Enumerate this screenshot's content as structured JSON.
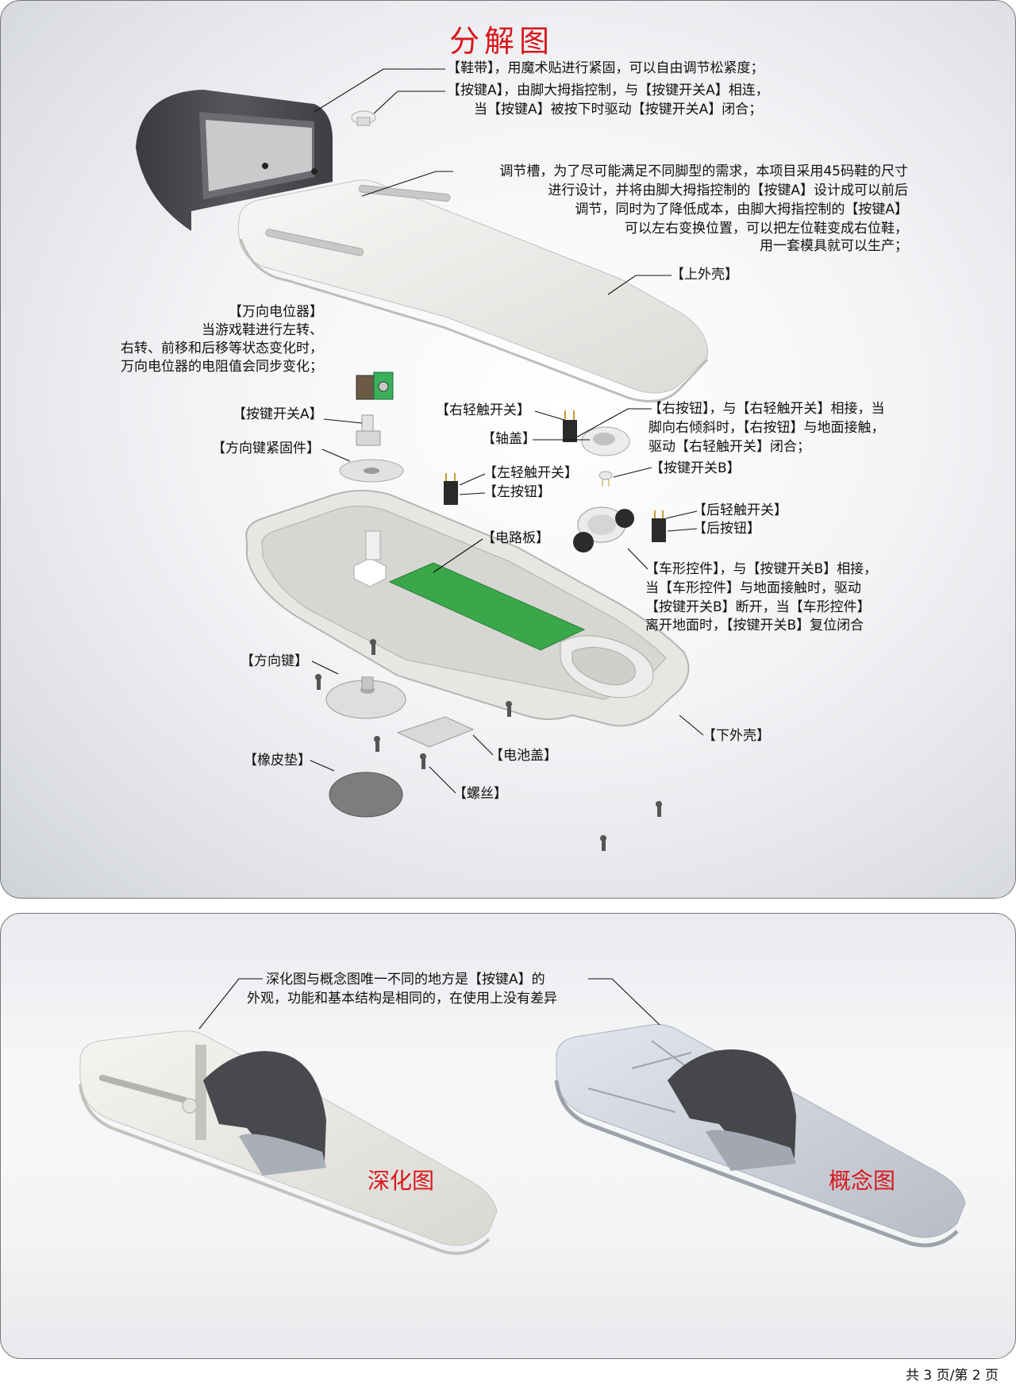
{
  "title": "分解图",
  "labels": {
    "strap": "【鞋带】，用魔术贴进行紧固，可以自由调节松紧度；",
    "key_a_1": "【按键A】，由脚大拇指控制，与【按键开关A】相连，",
    "key_a_2": "当【按键A】被按下时驱动【按键开关A】闭合；",
    "slot_1": "调节槽，为了尽可能满足不同脚型的需求，本项目采用45码鞋的尺寸",
    "slot_2": "进行设计，并将由脚大拇指控制的【按键A】设计成可以前后",
    "slot_3": "调节，同时为了降低成本，由脚大拇指控制的【按键A】",
    "slot_4": "可以左右变换位置，可以把左位鞋变成右位鞋，",
    "slot_5": "用一套模具就可以生产；",
    "upper_shell": "【上外壳】",
    "pot_1": "【万向电位器】",
    "pot_2": "当游戏鞋进行左转、",
    "pot_3": "右转、前移和后移等状态变化时，",
    "pot_4": "万向电位器的电阻值会同步变化；",
    "key_switch_a": "【按键开关A】",
    "dir_fastener": "【方向键紧固件】",
    "right_tact": "【右轻触开关】",
    "axle_cap": "【轴盖】",
    "right_btn_1": "【右按钮】，与【右轻触开关】相接，当",
    "right_btn_2": "脚向右倾斜时，【右按钮】与地面接触，",
    "right_btn_3": "驱动【右轻触开关】闭合；",
    "key_switch_b": "【按键开关B】",
    "left_tact": "【左轻触开关】",
    "left_btn": "【左按钮】",
    "rear_tact": "【后轻触开关】",
    "rear_btn": "【后按钮】",
    "pcb": "【电路板】",
    "wheel_1": "【车形控件】，与【按键开关B】相接，",
    "wheel_2": "当【车形控件】与地面接触时，驱动",
    "wheel_3": "【按键开关B】断开，当【车形控件】",
    "wheel_4": "离开地面时，【按键开关B】复位闭合",
    "dir_key": "【方向键】",
    "lower_shell": "【下外壳】",
    "battery_cover": "【电池盖】",
    "rubber_pad": "【橡皮垫】",
    "screws": "【螺丝】"
  },
  "compare": {
    "note_1": "深化图与概念图唯一不同的地方是【按键A】的",
    "note_2": "外观，功能和基本结构是相同的，在使用上没有差异",
    "refined_label": "深化图",
    "concept_label": "概念图"
  },
  "footer": "共 3 页/第 2 页",
  "colors": {
    "accent_red": "#d8171c",
    "pcb_green": "#3aa84a",
    "strap_dark": "#4a4b4f",
    "shell_white": "#eeeeec"
  }
}
